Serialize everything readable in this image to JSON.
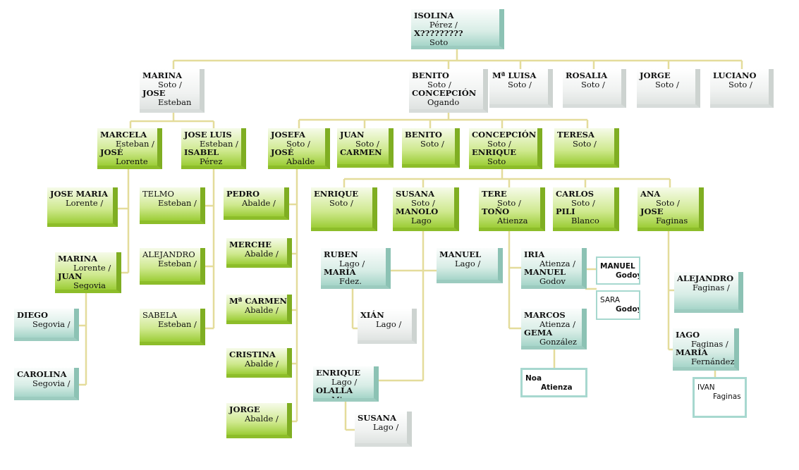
{
  "colors": {
    "green": "#9ccd37",
    "cyan": "#a6d5c9",
    "gray": "#dfe3e1",
    "line": "#e4dc9b"
  },
  "nodes": [
    {
      "id": "isolina",
      "style": "cyan",
      "lines": [
        {
          "t": "ISOLINA",
          "b": true
        },
        {
          "t": "Pérez /",
          "ind": true
        },
        {
          "t": "X?????????",
          "b": true
        },
        {
          "t": "Soto",
          "ind": true
        }
      ]
    },
    {
      "id": "marina-soto",
      "style": "gray",
      "lines": [
        {
          "t": "MARINA",
          "b": true
        },
        {
          "t": "Soto /",
          "ind": true
        },
        {
          "t": "JOSE",
          "b": true
        },
        {
          "t": "Esteban",
          "ind": true
        }
      ]
    },
    {
      "id": "benito-soto",
      "style": "gray",
      "lines": [
        {
          "t": "BENITO",
          "b": true
        },
        {
          "t": "Soto /",
          "ind": true
        },
        {
          "t": "CONCEPCIÓN",
          "b": true
        },
        {
          "t": "Ogando",
          "ind": true
        }
      ]
    },
    {
      "id": "ma-luisa",
      "style": "gray",
      "lines": [
        {
          "t": "Mª LUISA",
          "b": true
        },
        {
          "t": "Soto /",
          "ind": true
        }
      ]
    },
    {
      "id": "rosalia",
      "style": "gray",
      "lines": [
        {
          "t": "ROSALIA",
          "b": true
        },
        {
          "t": "Soto /",
          "ind": true
        }
      ]
    },
    {
      "id": "jorge-soto",
      "style": "gray",
      "lines": [
        {
          "t": "JORGE",
          "b": true
        },
        {
          "t": "Soto /",
          "ind": true
        }
      ]
    },
    {
      "id": "luciano",
      "style": "gray",
      "lines": [
        {
          "t": "LUCIANO",
          "b": true
        },
        {
          "t": "Soto /",
          "ind": true
        }
      ]
    },
    {
      "id": "marcela",
      "style": "green",
      "lines": [
        {
          "t": "MARCELA",
          "b": true
        },
        {
          "t": "Esteban /",
          "ind": true
        },
        {
          "t": "JOSÉ",
          "b": true
        },
        {
          "t": "Lorente",
          "ind": true
        }
      ]
    },
    {
      "id": "jose-luis",
      "style": "green",
      "lines": [
        {
          "t": "JOSE LUIS",
          "b": true
        },
        {
          "t": "Esteban /",
          "ind": true
        },
        {
          "t": "ISABEL",
          "b": true
        },
        {
          "t": "Pérez",
          "ind": true
        }
      ]
    },
    {
      "id": "josefa",
      "style": "green",
      "lines": [
        {
          "t": "JOSEFA",
          "b": true
        },
        {
          "t": "Soto /",
          "ind": true
        },
        {
          "t": "JOSÉ",
          "b": true
        },
        {
          "t": "Abalde",
          "ind": true
        }
      ]
    },
    {
      "id": "juan",
      "style": "green",
      "lines": [
        {
          "t": "JUAN",
          "b": true
        },
        {
          "t": "Soto /",
          "ind": true
        },
        {
          "t": "CARMEN",
          "b": true
        }
      ]
    },
    {
      "id": "benito2",
      "style": "green",
      "lines": [
        {
          "t": "BENITO",
          "b": true
        },
        {
          "t": "Soto /",
          "ind": true
        }
      ]
    },
    {
      "id": "concepcion",
      "style": "green",
      "lines": [
        {
          "t": "CONCEPCIÓN",
          "b": true
        },
        {
          "t": "Soto /",
          "ind": true
        },
        {
          "t": "ENRIQUE",
          "b": true
        },
        {
          "t": "Soto",
          "ind": true
        }
      ]
    },
    {
      "id": "teresa",
      "style": "green",
      "lines": [
        {
          "t": "TERESA",
          "b": true
        },
        {
          "t": "Soto /",
          "ind": true
        }
      ]
    },
    {
      "id": "jose-maria",
      "style": "green",
      "lines": [
        {
          "t": "JOSE MARIA",
          "b": true
        },
        {
          "t": "Lorente /",
          "ind": true
        }
      ]
    },
    {
      "id": "marina-lorente",
      "style": "green",
      "lines": [
        {
          "t": "MARINA",
          "b": true
        },
        {
          "t": "Lorente /",
          "ind": true
        },
        {
          "t": "JUAN",
          "b": true
        },
        {
          "t": "Segovia",
          "ind": true
        }
      ]
    },
    {
      "id": "diego",
      "style": "cyan",
      "lines": [
        {
          "t": "DIEGO",
          "b": true
        },
        {
          "t": "Segovia /",
          "ind": true
        }
      ]
    },
    {
      "id": "carolina",
      "style": "cyan",
      "lines": [
        {
          "t": "CAROLINA",
          "b": true
        },
        {
          "t": "Segovia /",
          "ind": true
        }
      ]
    },
    {
      "id": "telmo",
      "style": "green",
      "lines": [
        {
          "t": "TELMO",
          "b": false
        },
        {
          "t": "Esteban /",
          "ind": true
        }
      ]
    },
    {
      "id": "alejandro-esteban",
      "style": "green",
      "lines": [
        {
          "t": "ALEJANDRO",
          "b": false
        },
        {
          "t": "Esteban /",
          "ind": true
        }
      ]
    },
    {
      "id": "sabela",
      "style": "green",
      "lines": [
        {
          "t": "SABELA",
          "b": false
        },
        {
          "t": "Esteban /",
          "ind": true
        }
      ]
    },
    {
      "id": "pedro",
      "style": "green",
      "lines": [
        {
          "t": "PEDRO",
          "b": true
        },
        {
          "t": "Abalde /",
          "ind": true
        }
      ]
    },
    {
      "id": "merche",
      "style": "green",
      "lines": [
        {
          "t": "MERCHE",
          "b": true
        },
        {
          "t": "Abalde /",
          "ind": true
        }
      ]
    },
    {
      "id": "ma-carmen",
      "style": "green",
      "lines": [
        {
          "t": "Mª CARMEN",
          "b": true
        },
        {
          "t": "Abalde /",
          "ind": true
        }
      ]
    },
    {
      "id": "cristina",
      "style": "green",
      "lines": [
        {
          "t": "CRISTINA",
          "b": true
        },
        {
          "t": "Abalde /",
          "ind": true
        }
      ]
    },
    {
      "id": "jorge-abalde",
      "style": "green",
      "lines": [
        {
          "t": "JORGE",
          "b": true
        },
        {
          "t": "Abalde /",
          "ind": true
        }
      ]
    },
    {
      "id": "enrique-soto",
      "style": "green",
      "lines": [
        {
          "t": "ENRIQUE",
          "b": true
        },
        {
          "t": "Soto /",
          "ind": true
        }
      ]
    },
    {
      "id": "susana-soto",
      "style": "green",
      "lines": [
        {
          "t": "SUSANA",
          "b": true
        },
        {
          "t": "Soto /",
          "ind": true
        },
        {
          "t": "MANOLO",
          "b": true
        },
        {
          "t": "Lago",
          "ind": true
        }
      ]
    },
    {
      "id": "tere",
      "style": "green",
      "lines": [
        {
          "t": "TERE",
          "b": true
        },
        {
          "t": "Soto /",
          "ind": true
        },
        {
          "t": "TOÑO",
          "b": true
        },
        {
          "t": "Atienza",
          "ind": true
        }
      ]
    },
    {
      "id": "carlos",
      "style": "green",
      "lines": [
        {
          "t": "CARLOS",
          "b": true
        },
        {
          "t": "Soto /",
          "ind": true
        },
        {
          "t": "PILI",
          "b": true
        },
        {
          "t": "Blanco",
          "ind": true
        }
      ]
    },
    {
      "id": "ana",
      "style": "green",
      "lines": [
        {
          "t": "ANA",
          "b": true
        },
        {
          "t": "Soto /",
          "ind": true
        },
        {
          "t": "JOSE",
          "b": true
        },
        {
          "t": "Faginas",
          "ind": true
        }
      ]
    },
    {
      "id": "ruben",
      "style": "cyan",
      "lines": [
        {
          "t": "RUBEN",
          "b": true
        },
        {
          "t": "Lago /",
          "ind": true
        },
        {
          "t": "MARÍA",
          "b": true
        },
        {
          "t": "Fdez.",
          "ind": true
        }
      ]
    },
    {
      "id": "manuel-lago",
      "style": "cyan",
      "lines": [
        {
          "t": "MANUEL",
          "b": true
        },
        {
          "t": "Lago /",
          "ind": true
        }
      ]
    },
    {
      "id": "xian",
      "style": "gray",
      "lines": [
        {
          "t": "XIÁN",
          "b": true
        },
        {
          "t": "Lago /",
          "ind": true
        }
      ]
    },
    {
      "id": "enrique-lago",
      "style": "cyan",
      "lines": [
        {
          "t": "ENRIQUE",
          "b": true
        },
        {
          "t": "Lago /",
          "ind": true
        },
        {
          "t": "OLALLA",
          "b": true
        },
        {
          "t": "Mtnez.",
          "ind": true
        }
      ]
    },
    {
      "id": "susana-lago",
      "style": "gray",
      "lines": [
        {
          "t": "SUSANA",
          "b": true
        },
        {
          "t": "Lago /",
          "ind": true
        }
      ]
    },
    {
      "id": "iria",
      "style": "cyan",
      "lines": [
        {
          "t": "IRIA",
          "b": true
        },
        {
          "t": "Atienza /",
          "ind": true
        },
        {
          "t": "MANUEL",
          "b": true
        },
        {
          "t": "Godov",
          "ind": true
        }
      ]
    },
    {
      "id": "marcos",
      "style": "cyan",
      "lines": [
        {
          "t": "MARCOS",
          "b": true
        },
        {
          "t": "Atienza /",
          "ind": true
        },
        {
          "t": "GEMA",
          "b": true
        },
        {
          "t": "González",
          "ind": true
        }
      ]
    },
    {
      "id": "manuel-godoy",
      "style": "outline",
      "lines": [
        {
          "t": "MANUEL",
          "b": true
        },
        {
          "t": "Godoy",
          "b": true,
          "ind": true
        }
      ]
    },
    {
      "id": "sara-godoy",
      "style": "outline",
      "lines": [
        {
          "t": "SARA",
          "b": false
        },
        {
          "t": "Godoy",
          "b": true,
          "ind": true
        }
      ]
    },
    {
      "id": "noa",
      "style": "outline",
      "lines": [
        {
          "t": "Noa",
          "b": true
        },
        {
          "t": "Atienza",
          "b": true,
          "ind": true
        }
      ]
    },
    {
      "id": "alejandro-faginas",
      "style": "cyan",
      "lines": [
        {
          "t": "ALEJANDRO",
          "b": true
        },
        {
          "t": "Faginas /",
          "ind": true
        }
      ]
    },
    {
      "id": "iago",
      "style": "cyan",
      "lines": [
        {
          "t": "IAGO",
          "b": true
        },
        {
          "t": "Faginas /",
          "ind": true
        },
        {
          "t": "MARÍA",
          "b": true
        },
        {
          "t": "Fernández",
          "ind": true
        }
      ]
    },
    {
      "id": "ivan",
      "style": "outline",
      "lines": [
        {
          "t": "IVAN",
          "b": false
        },
        {
          "t": "Faginas",
          "b": false,
          "ind": true
        }
      ]
    }
  ]
}
